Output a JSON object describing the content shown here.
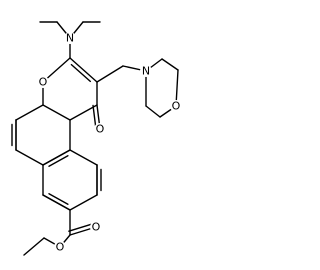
{
  "structure": {
    "atoms": {
      "N_amine": {
        "label": "N"
      },
      "O_ring": {
        "label": "O"
      },
      "O_ketone": {
        "label": "O"
      },
      "N_morpholine": {
        "label": "N"
      },
      "O_morpholine": {
        "label": "O"
      },
      "O_ester_carbonyl": {
        "label": "O"
      },
      "O_ester_ether": {
        "label": "O"
      }
    },
    "colors": {
      "bond": "#000000",
      "label": "#000000",
      "background": "#ffffff"
    }
  }
}
